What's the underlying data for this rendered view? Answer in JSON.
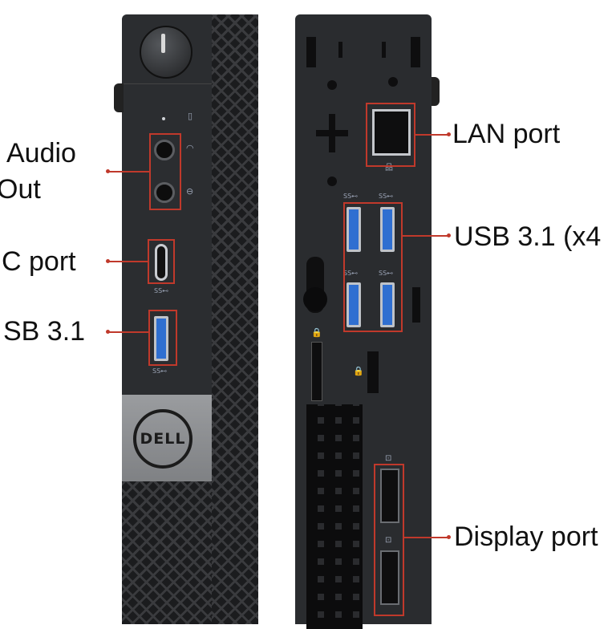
{
  "labels": {
    "audio_line1": "Audio",
    "audio_line2": "Out",
    "usbc": "C port",
    "usb_front": "SB 3.1",
    "lan": "LAN port",
    "usb_rear": "USB 3.1 (x4",
    "display": "Display port"
  },
  "logo": {
    "brand": "DELL"
  },
  "port_marks": {
    "ss1": "SS⊷",
    "ss2": "SS⊷",
    "ss3": "SS⊷",
    "ss4": "SS⊷",
    "ss5": "SS⊷",
    "ss6": "SS⊷"
  },
  "colors": {
    "callout": "#c0392b",
    "chassis": "#2a2c2f",
    "usb_blue": "#2f6fd1",
    "logo_plate": "#8f9194"
  }
}
